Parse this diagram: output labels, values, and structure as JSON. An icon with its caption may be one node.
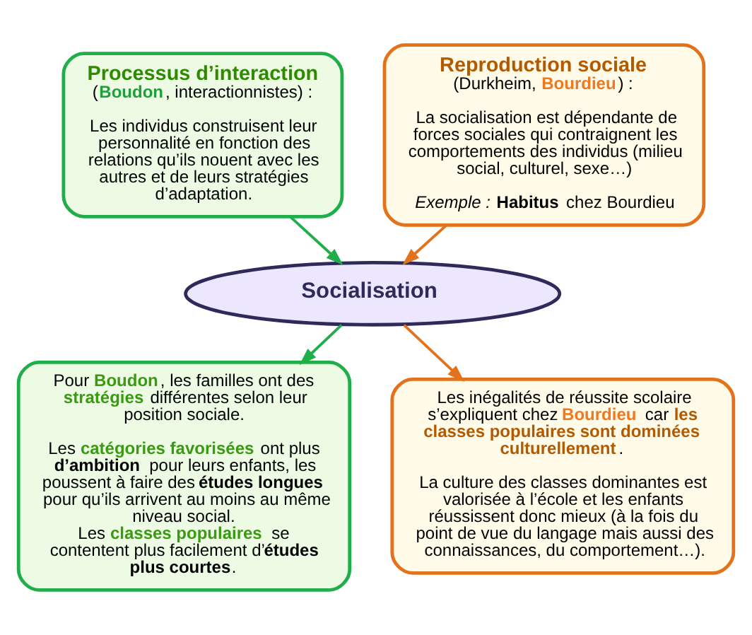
{
  "diagram": {
    "nodes": [
      {
        "text": [
          "Processus d’interaction",
          "(**Boudon**, interactionnistes) :",
          "Les individus construisent leur personnalité en fonction des relations qu’ils nouent avec les autres et de leurs stratégies d’adaptation."
        ]
      },
      {
        "text": [
          "Reproduction sociale",
          "(Durkheim, **Bourdieu**) :",
          "La socialisation est dépendante de forces sociales qui contraignent les comportements des individus (milieu social, culturel, sexe…)",
          "*Exemple :* **Habitus** chez Bourdieu"
        ]
      },
      {
        "text": [
          "Socialisation"
        ]
      },
      {
        "text": [
          "Pour **Boudon**, les familles ont des **stratégies** différentes selon leur position sociale.",
          "Les **catégories favorisées** ont plus **d’ambition** pour leurs enfants, les poussent à faire des **études longues** pour qu’ils arrivent au moins au même niveau social.",
          "Les **classes populaires** se contentent plus facilement d’**études plus courtes**."
        ]
      },
      {
        "text": [
          "Les inégalités de réussite scolaire s’expliquent chez **Bourdieu** car **les classes populaires sont dominées culturellement**.",
          "La culture des classes dominantes est valorisée à l’école et les enfants réussissent donc mieux (à la fois du point de vue du langage mais aussi des connaissances, du comportement…)."
        ]
      }
    ],
    "edges": [
      {
        "from": 0,
        "to": 2,
        "arrow": "to",
        "color": "#1fae4a"
      },
      {
        "from": 1,
        "to": 2,
        "arrow": "to",
        "color": "#e2731c"
      },
      {
        "from": 2,
        "to": 3,
        "arrow": "to",
        "color": "#1fae4a"
      },
      {
        "from": 2,
        "to": 4,
        "arrow": "to",
        "color": "#e2731c"
      }
    ]
  }
}
